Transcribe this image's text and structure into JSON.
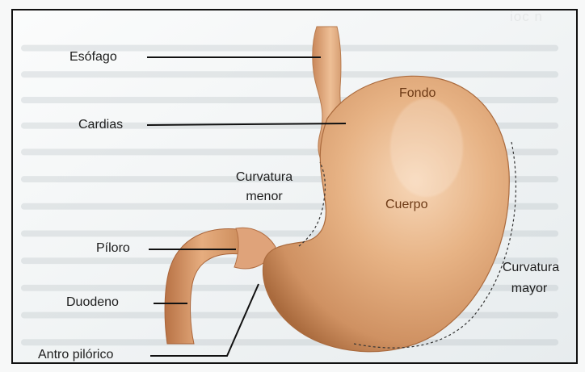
{
  "labels": {
    "esofago": "Esófago",
    "cardias": "Cardias",
    "piloro": "Píloro",
    "duodeno": "Duodeno",
    "antro": "Antro pilórico",
    "fondo": "Fondo",
    "cuerpo": "Cuerpo",
    "curvatura_menor": [
      "Curvatura",
      "menor"
    ],
    "curvatura_mayor": [
      "Curvatura",
      "mayor"
    ]
  },
  "colors": {
    "stomach_light": "#efc59a",
    "stomach_mid": "#dca577",
    "stomach_dark": "#b97a4b",
    "label_text": "#1d1d1d",
    "inner_label_text": "#6d3a16",
    "frame": "#111111"
  }
}
